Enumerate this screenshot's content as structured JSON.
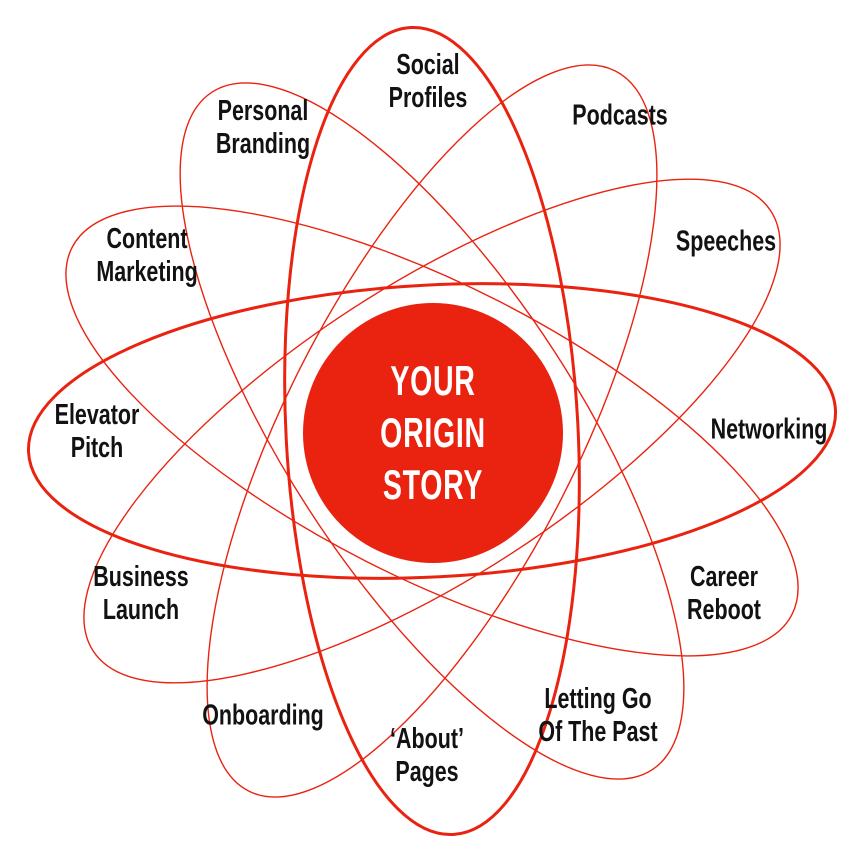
{
  "colors": {
    "accent_red": "#EA2310",
    "label_black": "#121212",
    "center_text_white": "#FFFFFF",
    "background": "#FFFFFF"
  },
  "center": {
    "text": "YOUR\nORIGIN STORY"
  },
  "labels": [
    {
      "text": "Social\nProfiles"
    },
    {
      "text": "Podcasts"
    },
    {
      "text": "Speeches"
    },
    {
      "text": "Networking"
    },
    {
      "text": "Career\nReboot"
    },
    {
      "text": "Letting Go\nOf The Past"
    },
    {
      "text": "‘About’\nPages"
    },
    {
      "text": "Onboarding"
    },
    {
      "text": "Business\nLaunch"
    },
    {
      "text": "Elevator\nPitch"
    },
    {
      "text": "Content\nMarketing"
    },
    {
      "text": "Personal\nBranding"
    }
  ]
}
